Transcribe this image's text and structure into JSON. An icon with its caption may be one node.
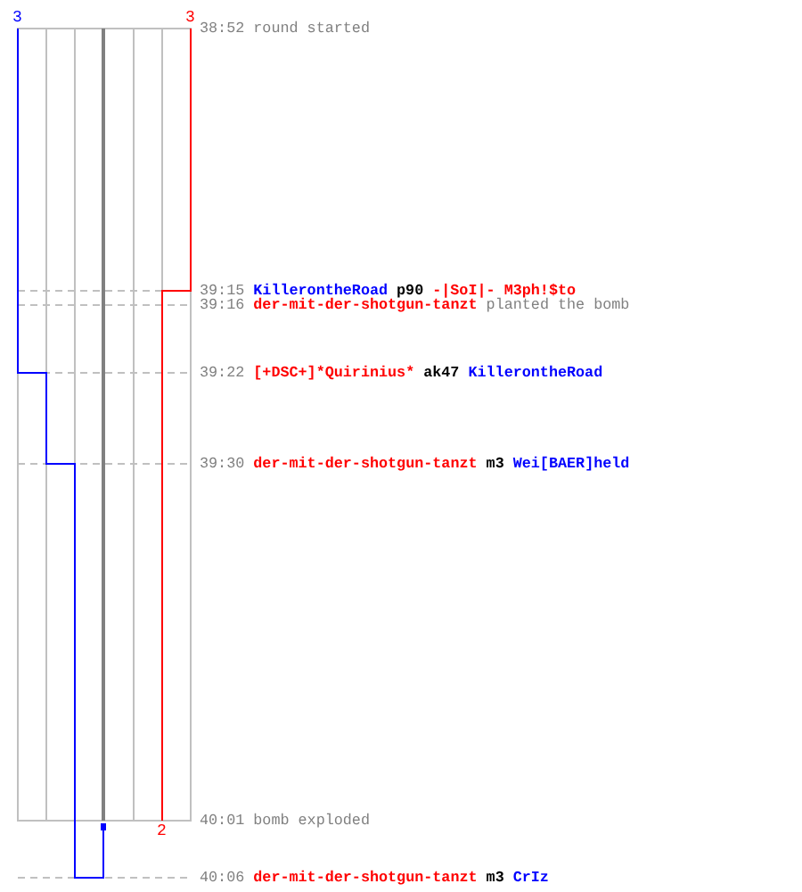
{
  "diagram": {
    "labels": [
      "3",
      "3",
      "38:52",
      "round started",
      "39:15",
      "KillerontheRoad",
      "p90",
      "-|SoI|- M3ph!$to",
      "39:16",
      "der-mit-der-shotgun-tanzt",
      "planted the bomb",
      "39:22",
      "[+DSC+]*Quirinius*",
      "ak47",
      "KillerontheRoad",
      "39:30",
      "der-mit-der-shotgun-tanzt",
      "m3",
      "Wei[BAER]held",
      "2",
      "40:01",
      "bomb exploded",
      "40:06",
      "der-mit-der-shotgun-tanzt",
      "m3",
      "CrIz"
    ]
  }
}
